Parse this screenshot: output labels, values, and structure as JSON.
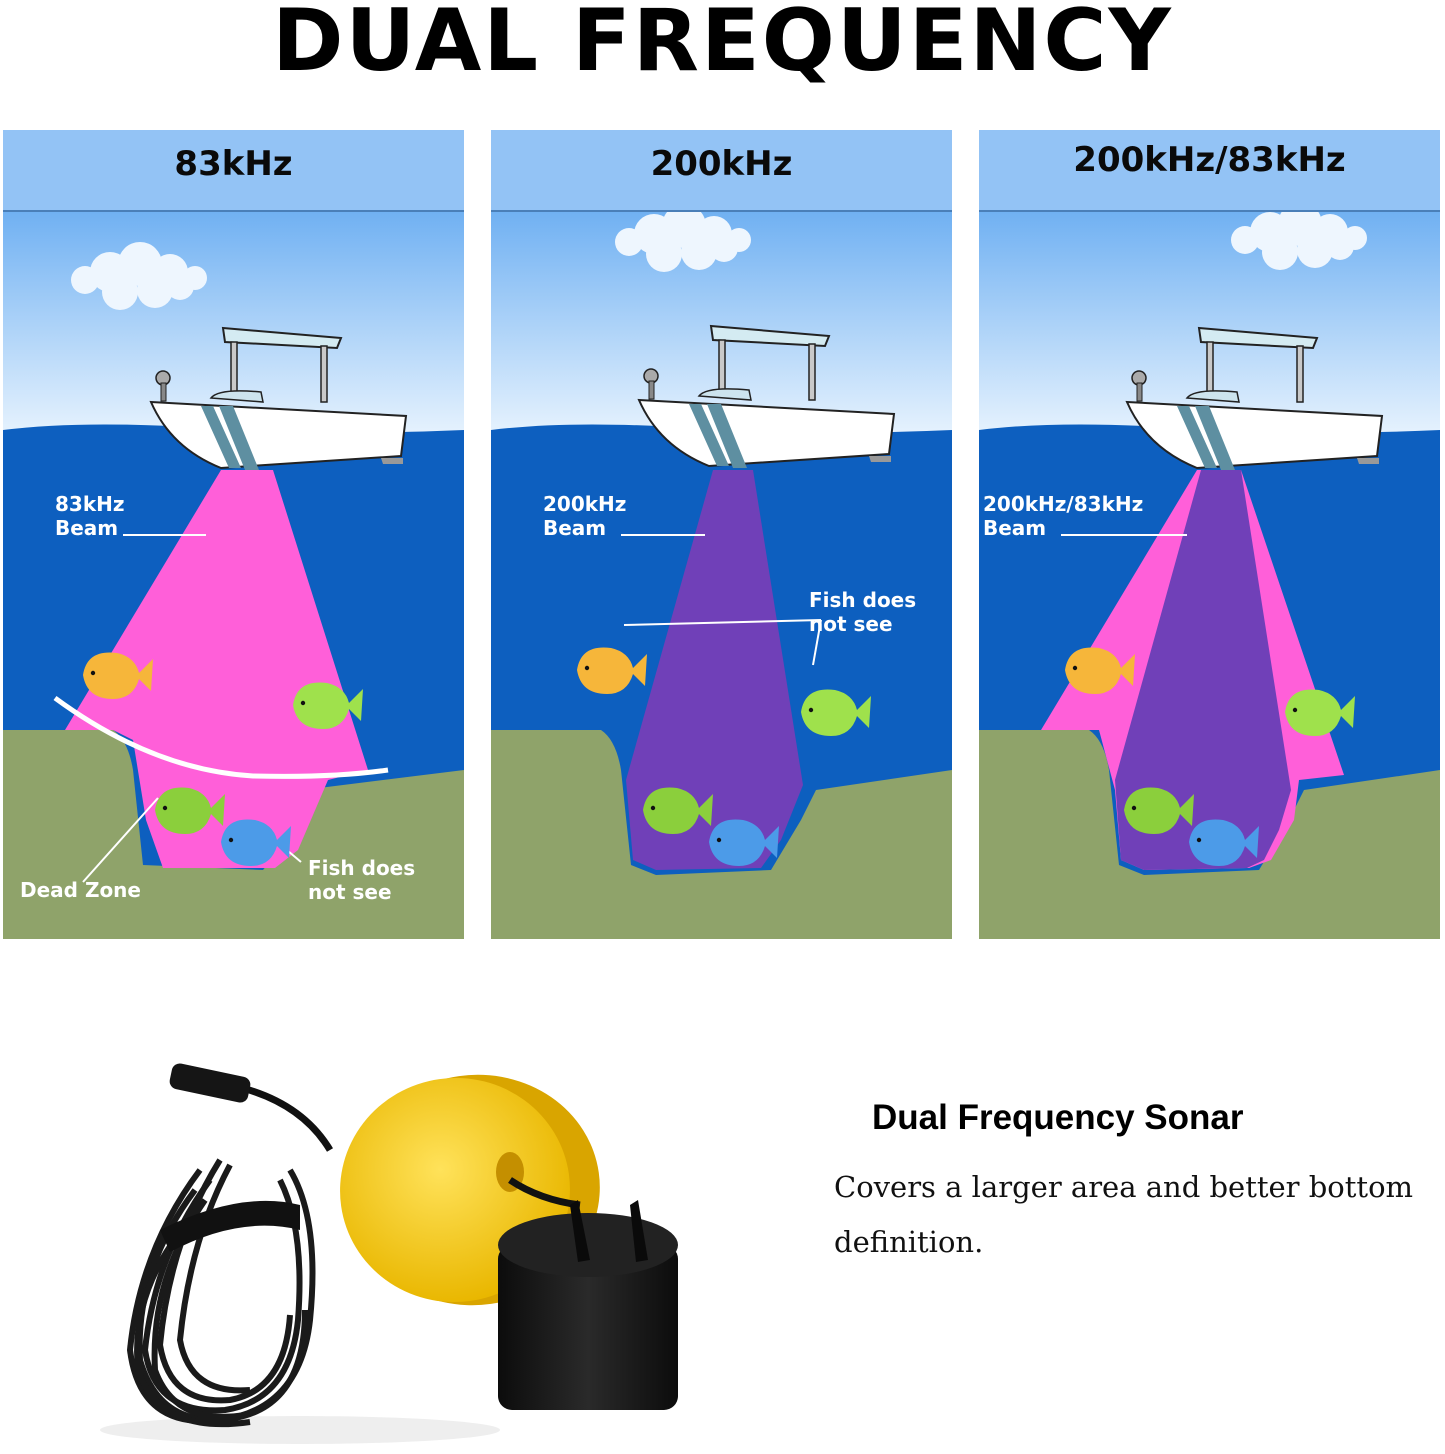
{
  "title": "DUAL FREQUENCY",
  "panels": [
    {
      "header": "83kHz",
      "beam_label": "83kHz\nBeam",
      "annotations": [
        "Dead Zone",
        "Fish does\nnot see"
      ]
    },
    {
      "header": "200kHz",
      "beam_label": "200kHz\nBeam",
      "annotations": [
        "Fish does\nnot see"
      ]
    },
    {
      "header": "200kHz/83kHz",
      "beam_label": "200kHz/83kHz\nBeam",
      "annotations": []
    }
  ],
  "product": {
    "title": "Dual Frequency Sonar",
    "description": "Covers a larger area and better bottom definition.",
    "image": "sonar-transducer-with-yellow-float-and-cable"
  },
  "colors": {
    "sky_top": "#6fb0f2",
    "sky_bottom": "#e6f2fd",
    "header_bg": "#93c3f5",
    "water": "#0d5fbf",
    "seabed": "#8fa36a",
    "beam_83khz": "#ff5fd9",
    "beam_200khz": "#7040b8",
    "float_yellow": "#f7cf1f",
    "transducer_black": "#151515"
  }
}
